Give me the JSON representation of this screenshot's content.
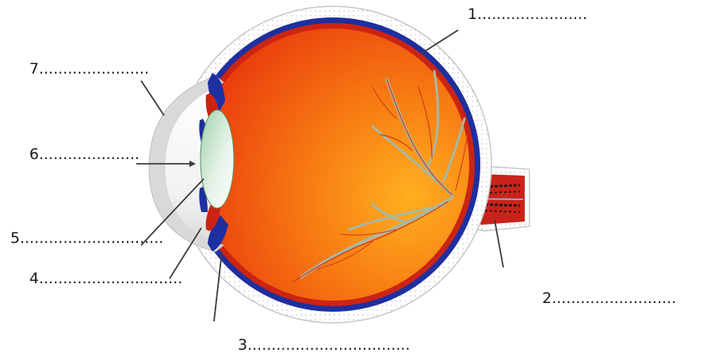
{
  "labels": {
    "l1": "1.......................",
    "l2": "2..........................",
    "l3": "3..................................",
    "l4": "4..............................",
    "l5": "5..............................",
    "l6": "6.....................",
    "l7": "7......................."
  },
  "colors": {
    "sclera_outline": "#c9c9c9",
    "choroid_blue": "#1e2fa0",
    "retina_red": "#d42a10",
    "vitreous_orange": "#f47a10",
    "lens_green": "#bfe3c6",
    "cornea_gray": "#e6e6e6",
    "optic_nerve_red": "#c8201a",
    "vessel_gray": "#a9b9a8"
  }
}
